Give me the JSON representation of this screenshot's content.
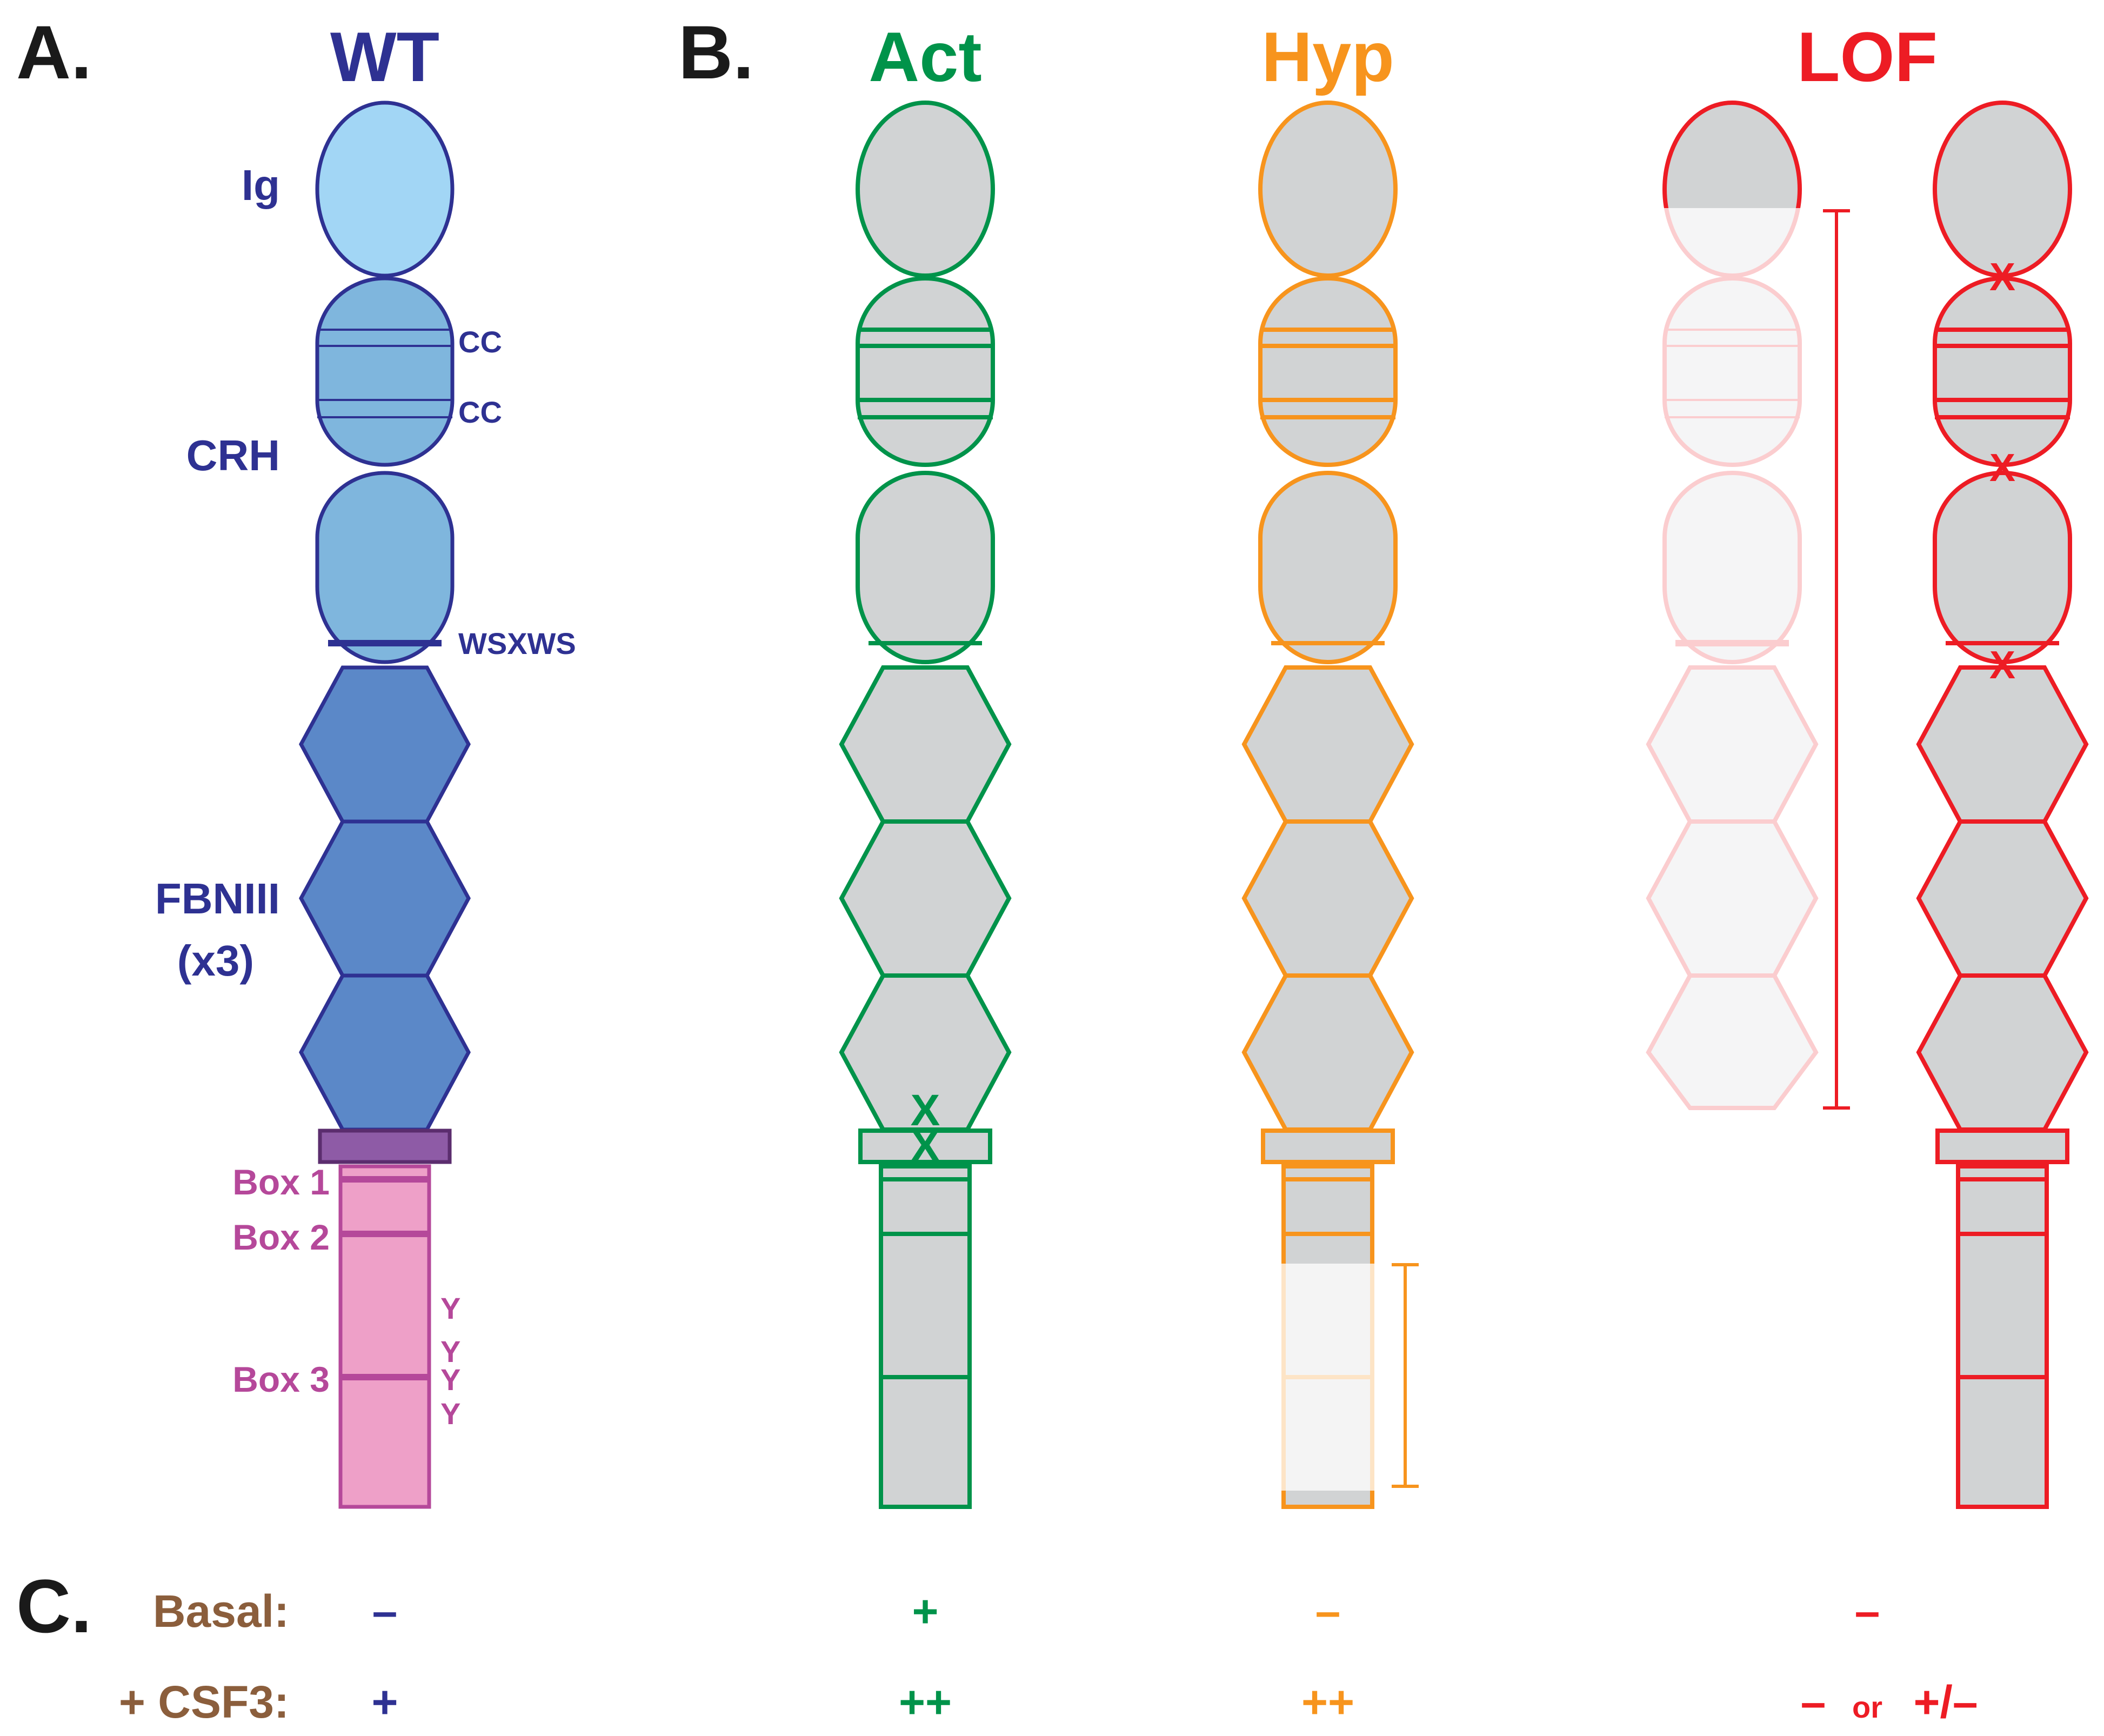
{
  "panel_labels": {
    "a": "A.",
    "b": "B.",
    "c": "C."
  },
  "colors": {
    "wt": "#2e3192",
    "act": "#00934a",
    "hyp": "#f7941d",
    "lof": "#ed1c24",
    "box_label": "#b5489a",
    "activity_label": "#8b5e3c",
    "ig_fill": "#a2d6f5",
    "crh_fill": "#7fb6dd",
    "fbn_fill": "#5b88c8",
    "tm_fill": "#8e5ba6",
    "cyto_fill": "#eea0c8",
    "mutant_fill": "#d1d3d4"
  },
  "constructs": [
    {
      "id": "wt",
      "title": "WT",
      "mark": "none"
    },
    {
      "id": "act",
      "title": "Act",
      "mark": "X (FBNIII–TM junction, TM region)"
    },
    {
      "id": "hyp",
      "title": "Hyp",
      "mark": "C-terminal truncation (faded)"
    },
    {
      "id": "lof",
      "title": "LOF",
      "mark": "extracellular truncation bar; X at domain junctions"
    }
  ],
  "domain_labels": {
    "ig": "Ig",
    "crh": "CRH",
    "cc1": "CC",
    "cc2": "CC",
    "wsxws": "WSXWS",
    "fbn1": "FBNIII",
    "fbn2": "(x3)",
    "box1": "Box 1",
    "box2": "Box 2",
    "box3": "Box 3",
    "y1": "Y",
    "y2": "Y",
    "y3": "Y",
    "y4": "Y"
  },
  "mutation_mark": "X",
  "activity": {
    "basal_label": "Basal:",
    "csf3_label": "+ CSF3:",
    "wt": {
      "basal": "–",
      "csf3": "+"
    },
    "act": {
      "basal": "+",
      "csf3": "++"
    },
    "hyp": {
      "basal": "–",
      "csf3": "++"
    },
    "lof": {
      "basal": "–",
      "csf3_part1": "–",
      "csf3_or": "or",
      "csf3_part2": "+/–"
    }
  }
}
